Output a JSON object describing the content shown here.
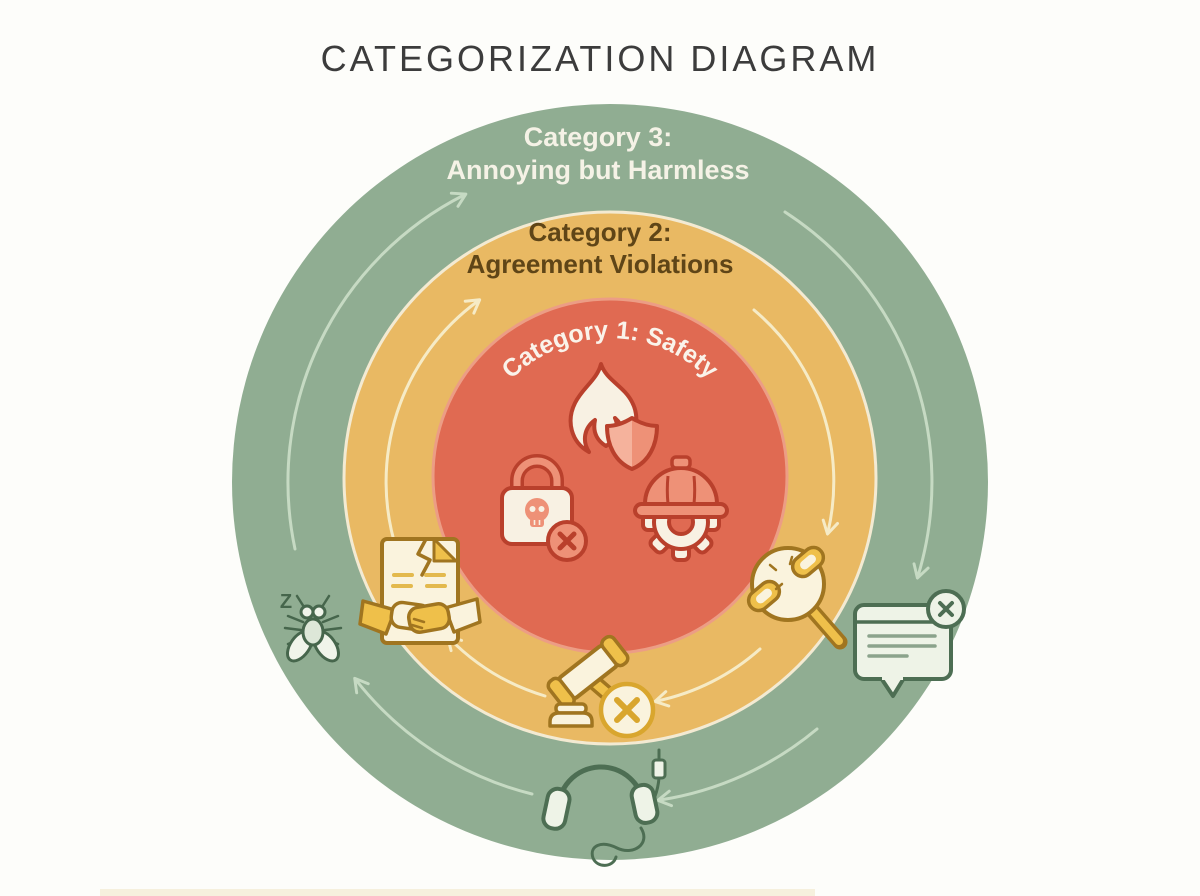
{
  "title": "CATEGORIZATION DIAGRAM",
  "diagram": {
    "fly_buzz_text": "Z",
    "categories": [
      {
        "id": "category-1-safety",
        "zone": "inner-circle",
        "label": "Category 1: Safety",
        "color": "#e06a52",
        "label_color": "#faf3ea",
        "icon_outline_color": "#b9402c",
        "icons": [
          "flame-shield-icon",
          "skull-lock-icon",
          "helmet-gear-icon"
        ]
      },
      {
        "id": "category-2-agreement-violations",
        "zone": "middle-ring",
        "label_line1": "Category 2:",
        "label_line2": "Agreement Violations",
        "color": "#e9b963",
        "label_color": "#5f4517",
        "arrow_color": "#f6ebc6",
        "icon_outline_color": "#a07520",
        "icons": [
          "torn-contract-handshake-icon",
          "broken-chain-magnifier-icon",
          "gavel-x-icon"
        ]
      },
      {
        "id": "category-3-annoying-but-harmless",
        "zone": "outer-ring",
        "label_line1": "Category 3:",
        "label_line2": "Annoying but Harmless",
        "color": "#90ad92",
        "label_color": "#f5f2e6",
        "arrow_color": "#c6dac3",
        "icon_outline_color": "#4d6e53",
        "icons": [
          "sleepy-fly-icon",
          "dismissed-message-icon",
          "tangled-headphones-icon"
        ]
      }
    ]
  }
}
